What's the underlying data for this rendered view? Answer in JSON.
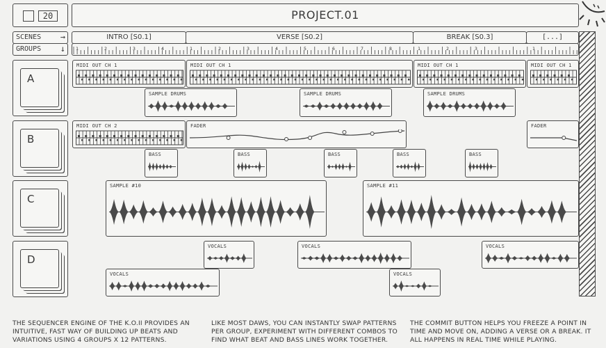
{
  "device": {
    "display_time": "20"
  },
  "project_title": "PROJECT.01",
  "scenes_label": "SCENES",
  "groups_label": "GROUPS",
  "scenes_arrow": "→",
  "groups_arrow": "↓",
  "scenes": [
    {
      "label": "INTRO [S0.1]"
    },
    {
      "label": "VERSE [S0.2]"
    },
    {
      "label": "BREAK [S0.3]"
    },
    {
      "label": "[...]"
    }
  ],
  "ruler_numbers": [
    "1",
    "2",
    "3",
    "4",
    "1",
    "2",
    "3",
    "4",
    "5",
    "6",
    "7",
    "8",
    "1",
    "2",
    "3",
    "1"
  ],
  "groups": [
    {
      "key": "A"
    },
    {
      "key": "B"
    },
    {
      "key": "C"
    },
    {
      "key": "D"
    }
  ],
  "clips": {
    "midi1": "MIDI OUT CH 1",
    "midi2": "MIDI OUT CH 2",
    "sample_drums": "SAMPLE DRUMS",
    "fader": "FADER",
    "bass": "BASS",
    "sample10": "SAMPLE #10",
    "sample11": "SAMPLE #11",
    "vocals": "VOCALS"
  },
  "descriptions": [
    "THE SEQUENCER ENGINE OF THE K.O.II PROVIDES AN INTUITIVE, FAST WAY OF BUILDING UP BEATS AND VARIATIONS USING 4 GROUPS X 12 PATTERNS.",
    "LIKE MOST DAWS, YOU CAN INSTANTLY SWAP PATTERNS PER GROUP, EXPERIMENT WITH DIFFERENT COMBOS TO FIND WHAT BEAT AND BASS LINES WORK TOGETHER.",
    "THE COMMIT BUTTON HELPS YOU FREEZE A POINT IN TIME AND MOVE ON, ADDING A VERSE OR A BREAK. IT ALL HAPPENS IN REAL TIME WHILE PLAYING."
  ]
}
